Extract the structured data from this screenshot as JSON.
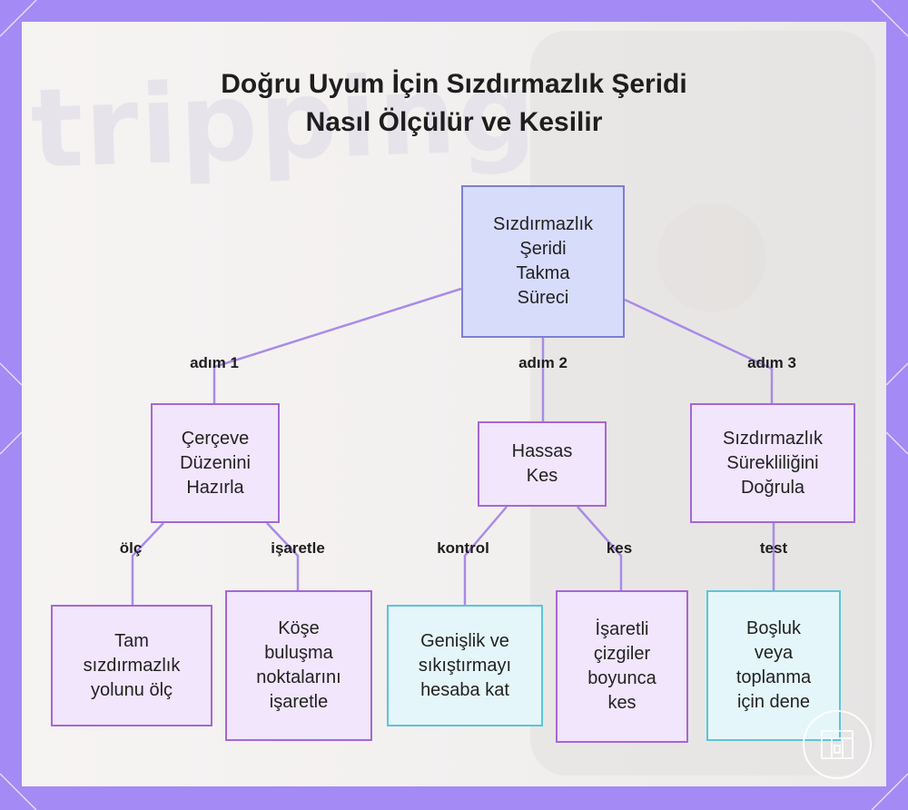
{
  "title": {
    "line1": "Doğru Uyum İçin Sızdırmazlık Şeridi",
    "line2": "Nasıl Ölçülür ve Kesilir"
  },
  "background": {
    "watermark": "tripping"
  },
  "nodes": {
    "root": "Sızdırmazlık\nŞeridi\nTakma\nSüreci",
    "step1": "Çerçeve\nDüzenini\nHazırla",
    "step2": "Hassas\nKes",
    "step3": "Sızdırmazlık\nSürekliliğini\nDoğrula",
    "measure": "Tam\nsızdırmazlık\nyolunu ölç",
    "mark": "Köşe\nbuluşma\nnoktalarını\nişaretle",
    "allow": "Genişlik ve\nsıkıştırmayı\nhesaba kat",
    "cut": "İşaretli\nçizgiler\nboyunca\nkes",
    "test": "Boşluk\nveya\ntoplanma\niçin dene"
  },
  "edge_labels": {
    "step1": "adım 1",
    "step2": "adım 2",
    "step3": "adım 3",
    "measure": "ölç",
    "mark": "işaretle",
    "check": "kontrol",
    "cut": "kes",
    "test": "test"
  },
  "colors": {
    "frame": "#a48af5",
    "edge": "#a98be8",
    "root_fill": "#d7dcfb",
    "root_border": "#7c7fd6",
    "purple_fill": "#f1e6fc",
    "purple_border": "#a567d6",
    "cyan_fill": "#e5f6fa",
    "cyan_border": "#59c6d8"
  },
  "logo_icon": "building-logo-icon"
}
